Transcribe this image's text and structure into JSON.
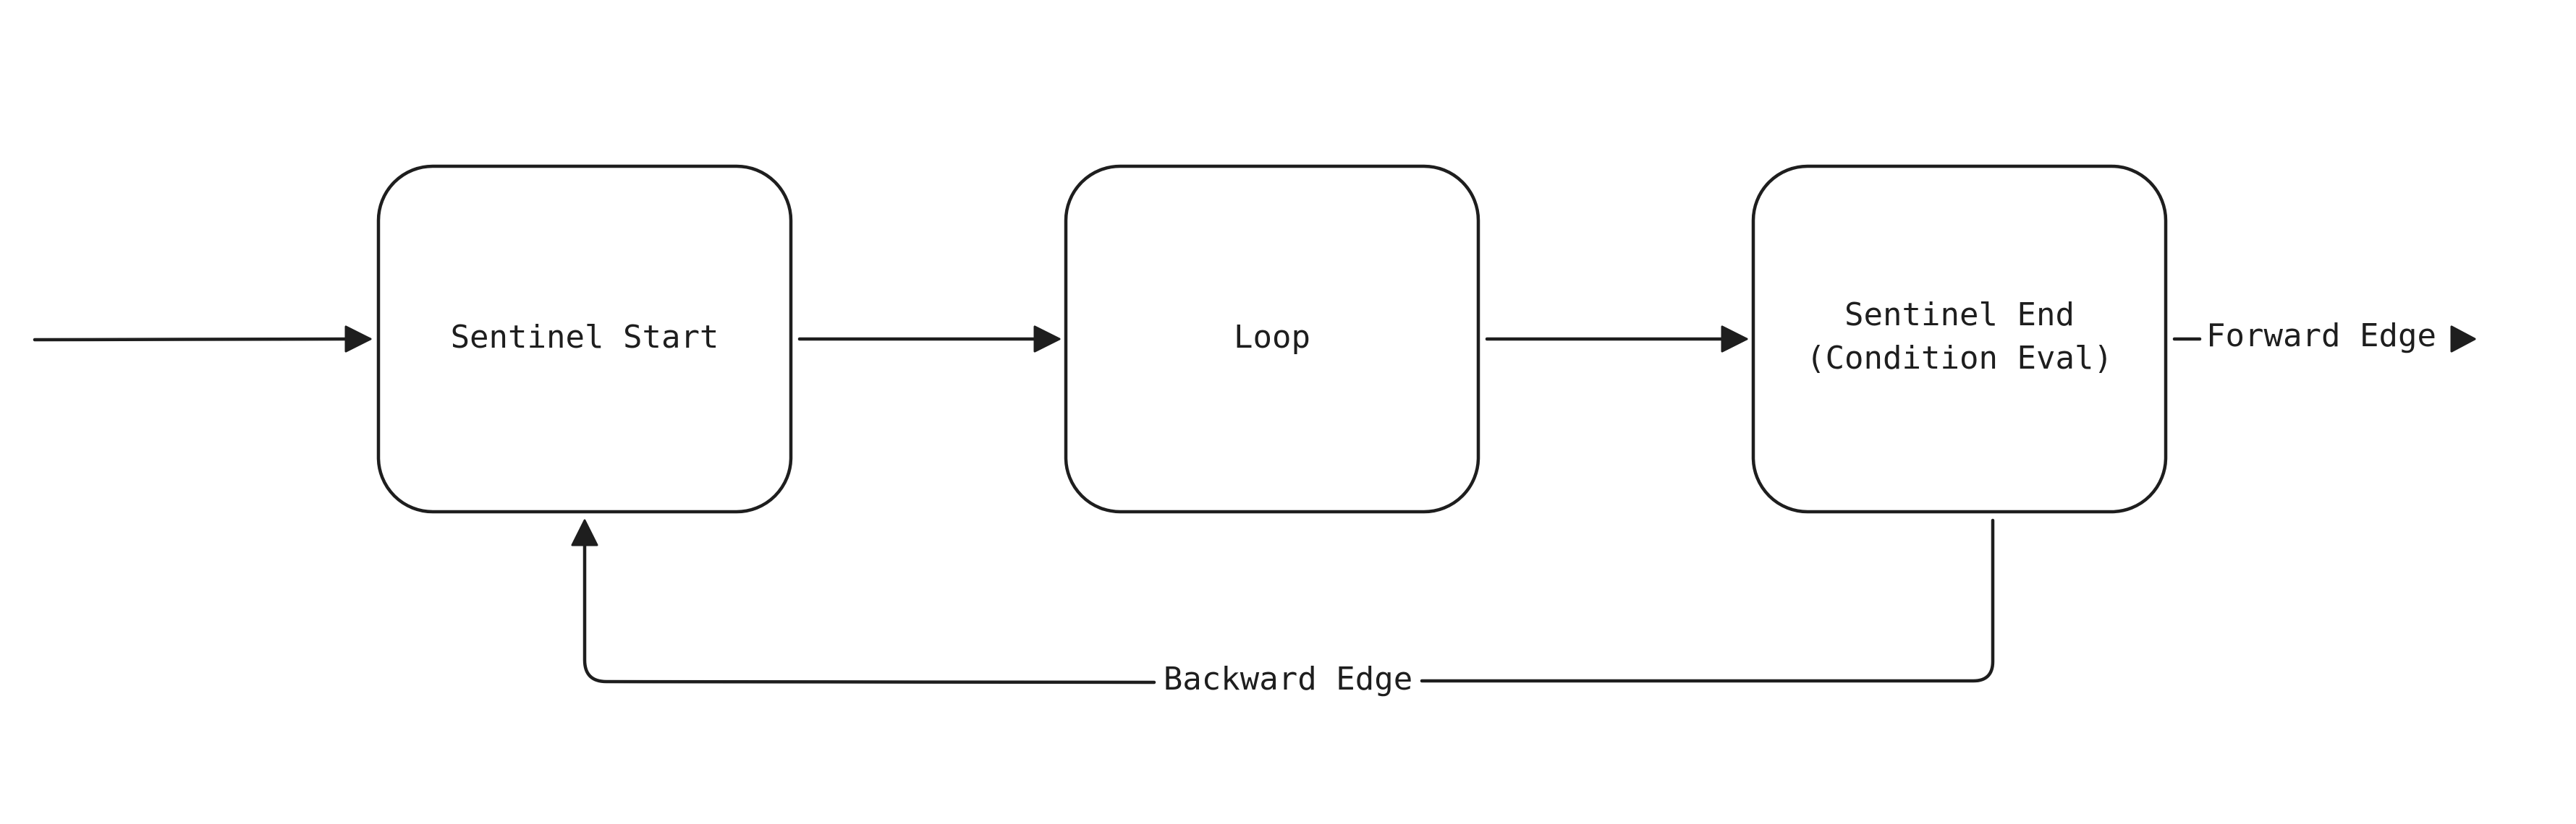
{
  "nodes": {
    "sentinel_start": {
      "label": "Sentinel Start"
    },
    "loop": {
      "label": "Loop"
    },
    "sentinel_end": {
      "line1": "Sentinel End",
      "line2": "(Condition Eval)"
    }
  },
  "edges": {
    "forward_label": "Forward Edge",
    "backward_label": "Backward Edge"
  },
  "colors": {
    "stroke": "#1e1e1e",
    "background": "#ffffff"
  }
}
